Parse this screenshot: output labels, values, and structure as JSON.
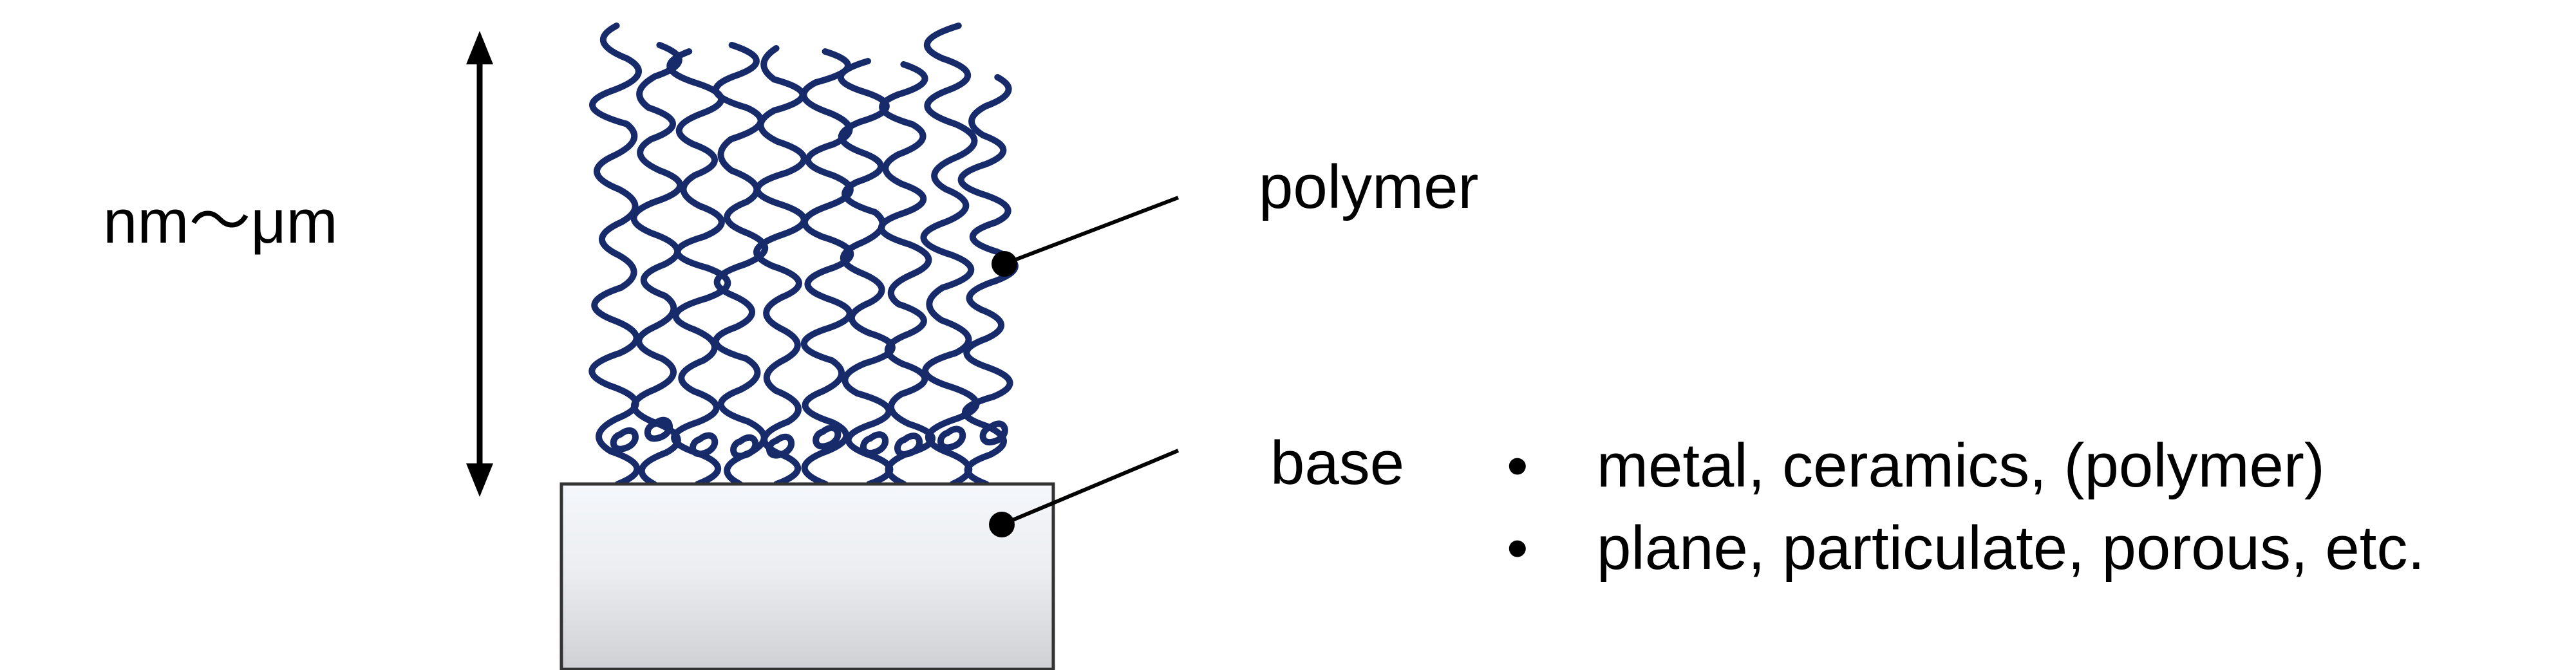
{
  "diagram": {
    "scale_label": "nm〜μm",
    "polymer_label": "polymer",
    "base_label": "base",
    "base_properties": [
      "metal, ceramics, (polymer)",
      "plane, particulate, porous, etc."
    ],
    "colors": {
      "chain": "#172b6b",
      "line": "#000000",
      "base_fill_top": "#f4f7fb",
      "base_fill_bottom": "#cfd0d3",
      "base_border": "#333333"
    }
  }
}
